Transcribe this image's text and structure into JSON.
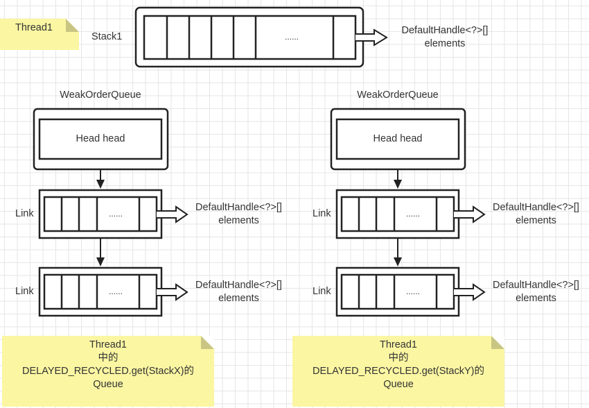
{
  "diagram": {
    "title_note": {
      "label": "Thread1"
    },
    "stack": {
      "label": "Stack1",
      "ellipsis": "......",
      "slot_count_before_ellipsis": 5,
      "slot_count_after_ellipsis": 1,
      "target": {
        "line1": "DefaultHandle<?>[]",
        "line2": "elements"
      }
    },
    "queues": [
      {
        "title": "WeakOrderQueue",
        "head_label": "Head head",
        "links": [
          {
            "label": "Link",
            "ellipsis": "......",
            "target": {
              "line1": "DefaultHandle<?>[]",
              "line2": "elements"
            }
          },
          {
            "label": "Link",
            "ellipsis": "......",
            "target": {
              "line1": "DefaultHandle<?>[]",
              "line2": "elements"
            }
          }
        ],
        "note": {
          "line1": "Thread1",
          "line2": "中的",
          "line3": "DELAYED_RECYCLED.get(StackX)的",
          "line4": "Queue"
        }
      },
      {
        "title": "WeakOrderQueue",
        "head_label": "Head head",
        "links": [
          {
            "label": "Link",
            "ellipsis": "......",
            "target": {
              "line1": "DefaultHandle<?>[]",
              "line2": "elements"
            }
          },
          {
            "label": "Link",
            "ellipsis": "......",
            "target": {
              "line1": "DefaultHandle<?>[]",
              "line2": "elements"
            }
          }
        ],
        "note": {
          "line1": "Thread1",
          "line2": "中的",
          "line3": "DELAYED_RECYCLED.get(StackY)的",
          "line4": "Queue"
        }
      }
    ],
    "colors": {
      "note_fill": "#fbf6a2",
      "note_fold": "#c9c583",
      "stroke": "#222222",
      "text": "#333333",
      "grid": "#e6e6e6"
    }
  }
}
